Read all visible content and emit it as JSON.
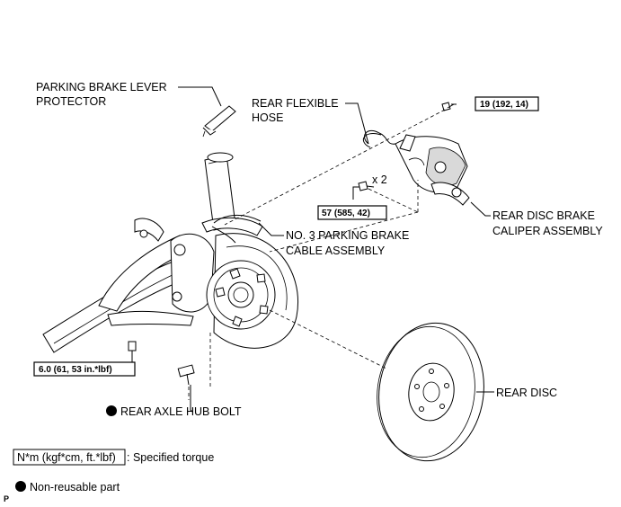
{
  "labels": {
    "parking_brake_lever_protector_1": "PARKING BRAKE LEVER",
    "parking_brake_lever_protector_2": "PROTECTOR",
    "rear_flexible_hose_1": "REAR FLEXIBLE",
    "rear_flexible_hose_2": "HOSE",
    "no3_cable_1": "NO. 3 PARKING BRAKE",
    "no3_cable_2": "CABLE ASSEMBLY",
    "caliper_1": "REAR DISC BRAKE",
    "caliper_2": "CALIPER ASSEMBLY",
    "rear_disc": "REAR DISC",
    "rear_axle_hub_bolt": "REAR AXLE HUB BOLT",
    "quantity": "x 2"
  },
  "torques": {
    "caliper_bolt_top": "19 (192, 14)",
    "caliper_bolt_side": "57 (585, 42)",
    "cable_bolt": "6.0 (61, 53 in.*lbf)"
  },
  "legend": {
    "torque_box": "N*m (kgf*cm, ft.*lbf)",
    "torque_text": ": Specified torque",
    "non_reusable": "Non-reusable part"
  },
  "corner_mark": "P"
}
